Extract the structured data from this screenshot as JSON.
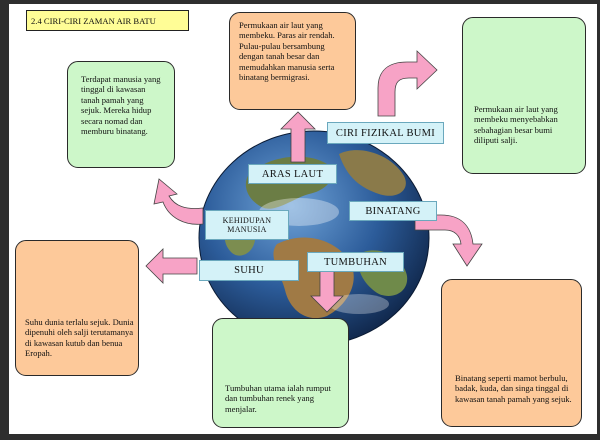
{
  "title": "2.4 CIRI-CIRI ZAMAN AIR BATU",
  "center_label": "CIRI FIZIKAL BUMI",
  "labels": {
    "aras_laut": "ARAS LAUT",
    "kehidupan_1": "KEHIDUPAN",
    "kehidupan_2": "MANUSIA",
    "binatang": "BINATANG",
    "suhu": "SUHU",
    "tumbuhan": "TUMBUHAN"
  },
  "boxes": {
    "manusia": "Terdapat manusia yang tinggal di kawasan tanah pamah yang sejuk. Mereka hidup secara nomad dan memburu binatang.",
    "aras_laut": "Permukaan air laut yang membeku. Paras air rendah. Pulau-pulau bersambung dengan tanah besar dan memudahkan manusia serta binatang bermigrasi.",
    "ciri_fizikal": "Permukaan air laut yang membeku menyebabkan sebahagian besar bumi diliputi salji.",
    "suhu": "Suhu dunia terlalu sejuk. Dunia dipenuhi oleh salji terutamanya di kawasan kutub dan benua Eropah.",
    "tumbuhan": "Tumbuhan utama ialah rumput dan tumbuhan renek yang menjalar.",
    "binatang": "Binatang seperti mamot berbulu, badak, kuda, dan singa tinggal di kawasan tanah pamah yang sejuk."
  },
  "colors": {
    "arrow": "#f7a3c6",
    "peach": "#fdc99a",
    "green": "#cdf7c9",
    "label": "#d4f2f8",
    "title": "#fffd96"
  }
}
